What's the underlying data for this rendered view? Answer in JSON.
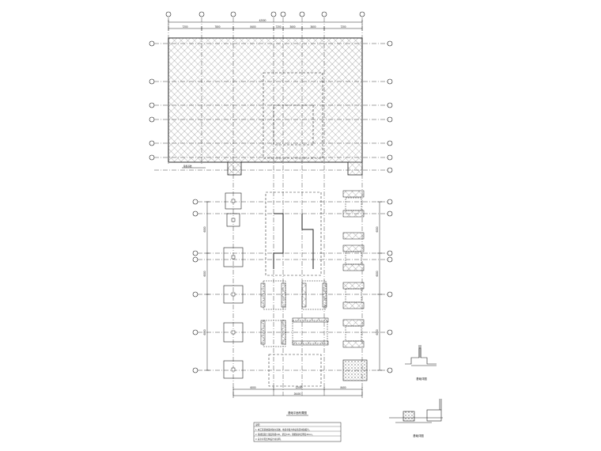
{
  "drawing": {
    "main_plan_title": "基础平面布置图",
    "detail_1_title": "基础详图",
    "detail_2_title": "基础详图",
    "notes_heading": "说明：",
    "notes": [
      "1. 本工程基础采用独立基础，地基承载力特征值见地勘报告。",
      "2. 基础混凝土强度等级C30，垫层C15，钢筋保护层厚度40mm。",
      "3. 其余详见结构设计总说明。"
    ],
    "top_dimensions": [
      "7200",
      "7800",
      "8400",
      "7200",
      "3600",
      "3600",
      "7200"
    ],
    "top_overall_dimension": "42000",
    "bottom_dimensions": [
      "6000",
      "12000",
      "8400"
    ],
    "bottom_overall_dimension": "26400",
    "left_dimensions": [
      "6000",
      "6000",
      "6000"
    ],
    "right_dimensions": [
      "6000",
      "6000",
      "6000"
    ],
    "legend_label": "筏板基础",
    "colors": {
      "line": "#222222",
      "hatch": "#555555",
      "axis": "#444444"
    }
  }
}
